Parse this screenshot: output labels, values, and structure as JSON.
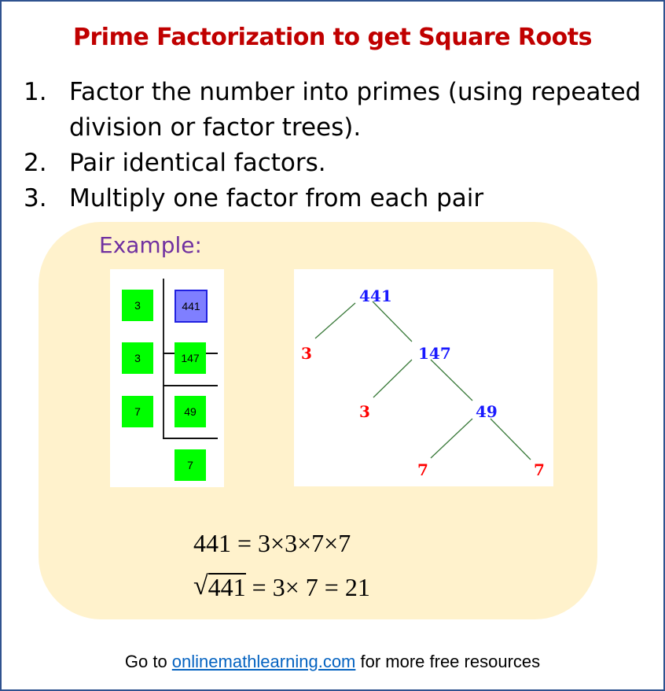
{
  "title": "Prime Factorization to get Square Roots",
  "steps": [
    {
      "num": "1.",
      "text": "Factor the number into primes (using repeated division or factor trees)."
    },
    {
      "num": "2.",
      "text": "Pair identical factors."
    },
    {
      "num": "3.",
      "text": "Multiply one factor from each pair"
    }
  ],
  "example": {
    "label": "Example:",
    "ladder": {
      "divisors": [
        "3",
        "3",
        "7"
      ],
      "quotients": [
        "441",
        "147",
        "49",
        "7"
      ]
    },
    "tree": {
      "nodes": [
        {
          "label": "441",
          "color": "#1a1aff"
        },
        {
          "label": "3",
          "color": "#ff0000"
        },
        {
          "label": "147",
          "color": "#1a1aff"
        },
        {
          "label": "3",
          "color": "#ff0000"
        },
        {
          "label": "49",
          "color": "#1a1aff"
        },
        {
          "label": "7",
          "color": "#ff0000"
        },
        {
          "label": "7",
          "color": "#ff0000"
        }
      ]
    },
    "equation1": "441 = 3×3×7×7",
    "equation2_radicand": "441",
    "equation2_rest": " = 3× 7 = 21"
  },
  "footer": {
    "prefix": "Go to ",
    "link": "onlinemathlearning.com",
    "suffix": " for more free resources"
  },
  "colors": {
    "title": "#c00000",
    "example_label": "#7030a0",
    "example_bg": "#fff2cc",
    "green_box": "#00ff00",
    "blue_box": "#7f7fff",
    "link": "#0563c1",
    "frame": "#2f528f"
  }
}
